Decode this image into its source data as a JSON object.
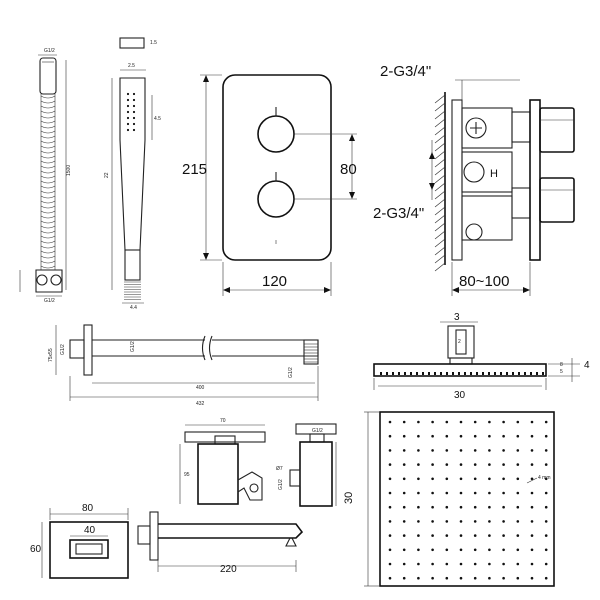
{
  "hand_shower": {
    "inlet_label": "G1/2",
    "length_label": "1500",
    "conn_label": "G1/2",
    "head_sub_label": "1.5",
    "head_w_label": "2.5",
    "nozzle_pitch_label": "4.5",
    "stem_label": "22",
    "base_label": "4.4"
  },
  "valve_plate": {
    "height_label": "215",
    "width_label": "120",
    "spacing_label": "80"
  },
  "valve_body": {
    "top_thread_label": "2-G3/4\"",
    "bottom_thread_label": "2-G3/4\"",
    "depth_label": "80~100"
  },
  "arm": {
    "flange_label": "75x55",
    "thread_label": "G1/2",
    "inner_thread_label": "G1/2",
    "outlet_label": "G1/2",
    "length_label": "400",
    "total_label": "432"
  },
  "head_side": {
    "top_label": "3",
    "thick_label": "4",
    "width_label": "30",
    "small_a": "8",
    "small_b": "5"
  },
  "elbow": {
    "width_label": "70",
    "height_label": "95",
    "thread_label": "G1/2",
    "side_label": "G1/2",
    "holder_label": "Ø7"
  },
  "spout": {
    "width_label": "80",
    "inner_label": "40",
    "height_label": "60",
    "length_label": "220"
  },
  "head_top": {
    "size_label": "30",
    "nozzle_label": "4 mm"
  }
}
